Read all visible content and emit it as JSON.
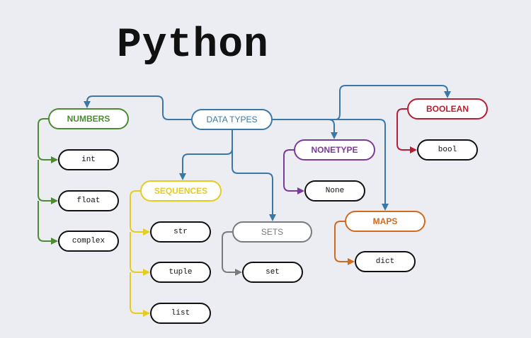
{
  "title": "Python",
  "root": {
    "label": "DATA TYPES"
  },
  "categories": {
    "numbers": {
      "label": "NUMBERS",
      "color": "#4e8a34",
      "items": [
        "int",
        "float",
        "complex"
      ]
    },
    "sequences": {
      "label": "SEQUENCES",
      "color": "#e6cc1e",
      "items": [
        "str",
        "tuple",
        "list"
      ]
    },
    "sets": {
      "label": "SETS",
      "color": "#7a7a7a",
      "items": [
        "set"
      ]
    },
    "nonetype": {
      "label": "NONETYPE",
      "color": "#7a3b97",
      "items": [
        "None"
      ]
    },
    "maps": {
      "label": "MAPS",
      "color": "#d06a1e",
      "items": [
        "dict"
      ]
    },
    "boolean": {
      "label": "BOOLEAN",
      "color": "#b81e32",
      "items": [
        "bool"
      ]
    }
  },
  "colors": {
    "root": "#3a78a8",
    "background": "#ecedf2"
  }
}
